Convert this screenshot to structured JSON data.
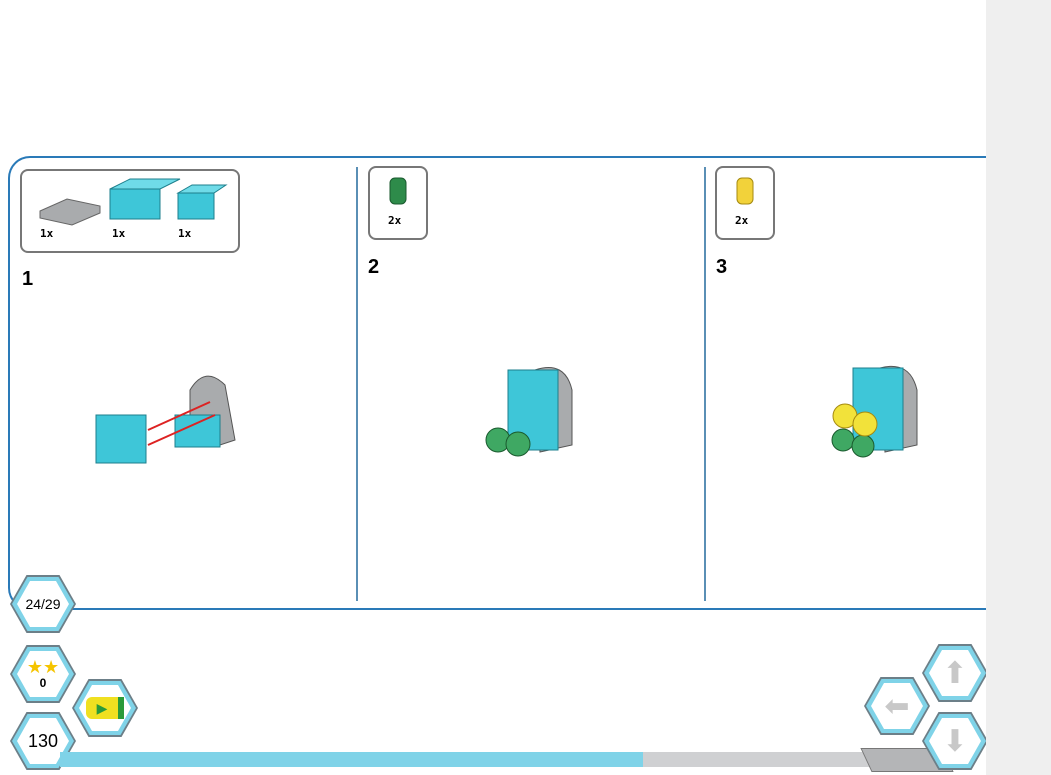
{
  "steps": [
    {
      "number": "1",
      "parts": [
        "1x",
        "1x",
        "1x"
      ]
    },
    {
      "number": "2",
      "parts": [
        "2x"
      ]
    },
    {
      "number": "3",
      "parts": [
        "2x"
      ]
    }
  ],
  "page_counter": "24/29",
  "stars": "0",
  "score": "130",
  "progress": 0.72,
  "colors": {
    "accent": "#7fd3e8",
    "frame": "#2a7ab8",
    "brick": "#3ec6d8"
  }
}
